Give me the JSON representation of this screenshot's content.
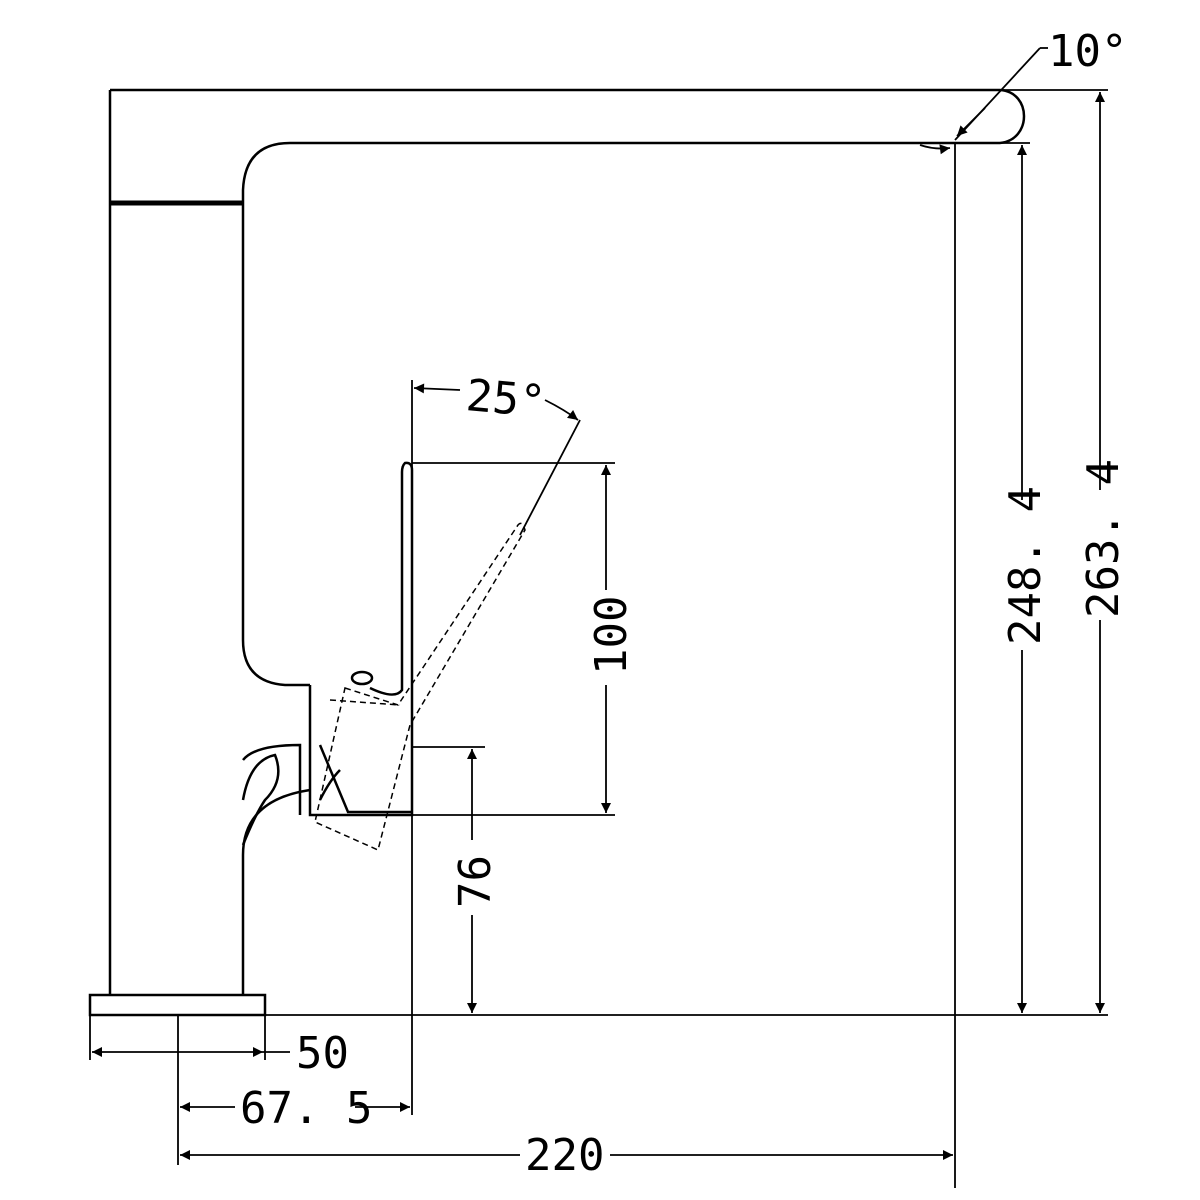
{
  "drawing": {
    "stroke_color": "#000000",
    "background_color": "#ffffff"
  },
  "dimensions": {
    "spout_angle": "10°",
    "lever_angle": "25°",
    "lever_height": "100",
    "outlet_height": "248. 4",
    "overall_height": "263. 4",
    "handle_base_height": "76",
    "base_width": "50",
    "lever_offset": "67. 5",
    "spout_reach": "220"
  }
}
